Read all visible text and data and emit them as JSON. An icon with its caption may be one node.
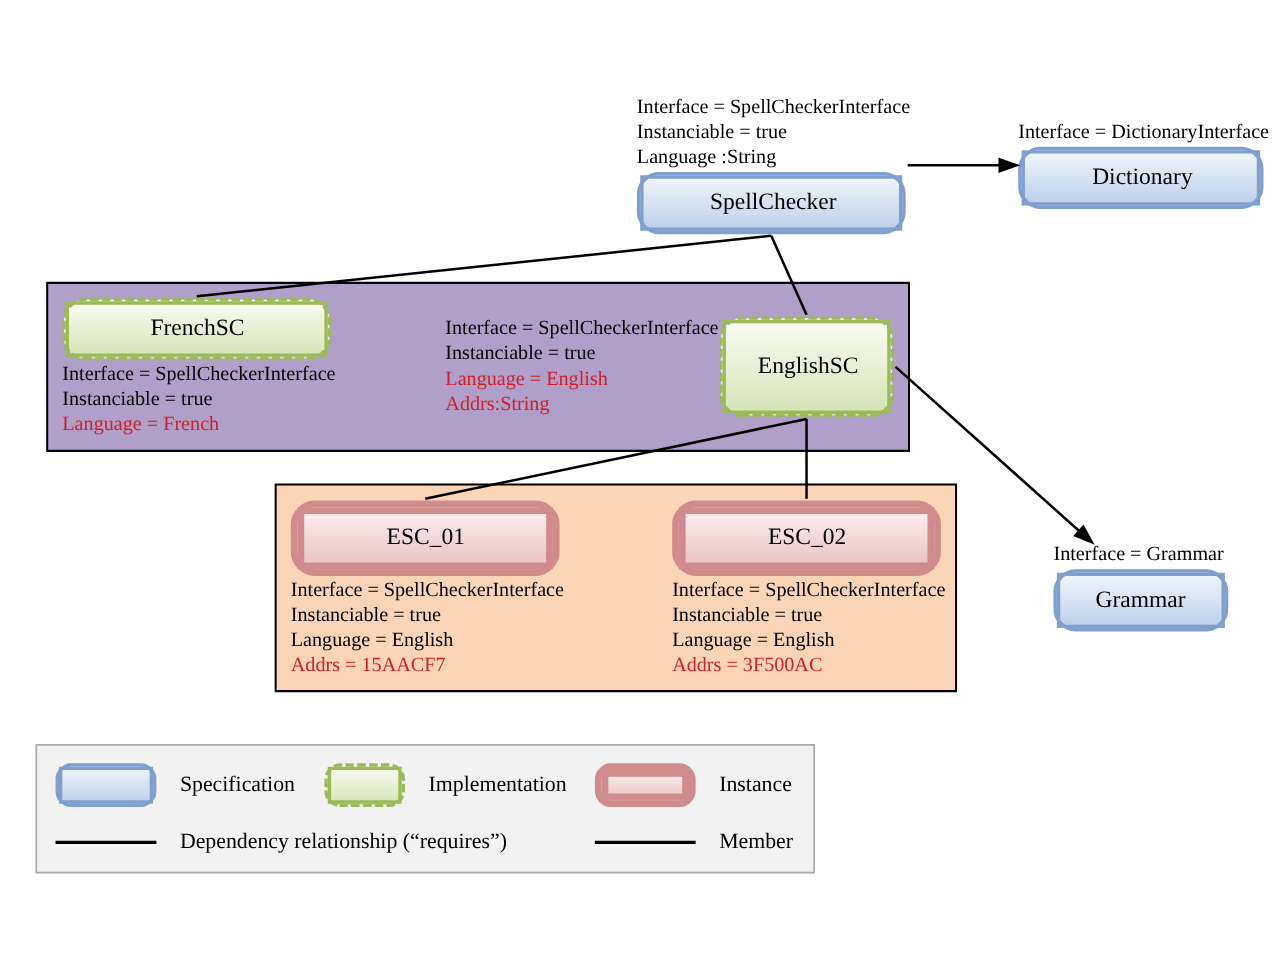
{
  "diagram": {
    "nodes": [
      {
        "text": [
          "SpellChecker"
        ],
        "beside": [
          "Interface = SpellCheckerInterface",
          "Instanciable = true",
          "Language :String"
        ]
      },
      {
        "text": [
          "Dictionary"
        ],
        "beside": [
          "Interface = DictionaryInterface"
        ]
      },
      {
        "text": [],
        "shape": "box"
      },
      {
        "text": [
          "FrenchSC"
        ],
        "in": 2,
        "beside": [
          "Interface = SpellCheckerInterface",
          "Instanciable = true",
          "Language = French"
        ]
      },
      {
        "text": [
          "EnglishSC"
        ],
        "in": 2,
        "beside": [
          "Interface = SpellCheckerInterface",
          "Instanciable = true",
          "Language = English",
          "Addrs:String"
        ]
      },
      {
        "text": [
          "Grammar"
        ],
        "beside": [
          "Interface = Grammar"
        ]
      },
      {
        "text": [],
        "shape": "box"
      },
      {
        "text": [
          "ESC_01"
        ],
        "in": 6,
        "beside": [
          "Interface = SpellCheckerInterface",
          "Instanciable = true",
          "Language = English",
          "Addrs = 15AACF7"
        ]
      },
      {
        "text": [
          "ESC_02"
        ],
        "in": 6,
        "beside": [
          "Interface = SpellCheckerInterface",
          "Instanciable = true",
          "Language = English",
          "Addrs = 3F500AC"
        ]
      }
    ],
    "edges": [
      {
        "from": 0,
        "to": 1,
        "arrow": "to"
      },
      {
        "from": 0,
        "to": 3,
        "arrow": "none"
      },
      {
        "from": 0,
        "to": 4,
        "arrow": "none"
      },
      {
        "from": 4,
        "to": 5,
        "arrow": "to"
      },
      {
        "from": 4,
        "to": 7,
        "arrow": "none"
      },
      {
        "from": 4,
        "to": 8,
        "arrow": "none"
      }
    ],
    "legend": [
      {
        "text": "Specification"
      },
      {
        "text": "Implementation"
      },
      {
        "text": "Instance"
      },
      {
        "text": "Dependency relationship (“requires”)"
      },
      {
        "text": "Member"
      }
    ]
  }
}
